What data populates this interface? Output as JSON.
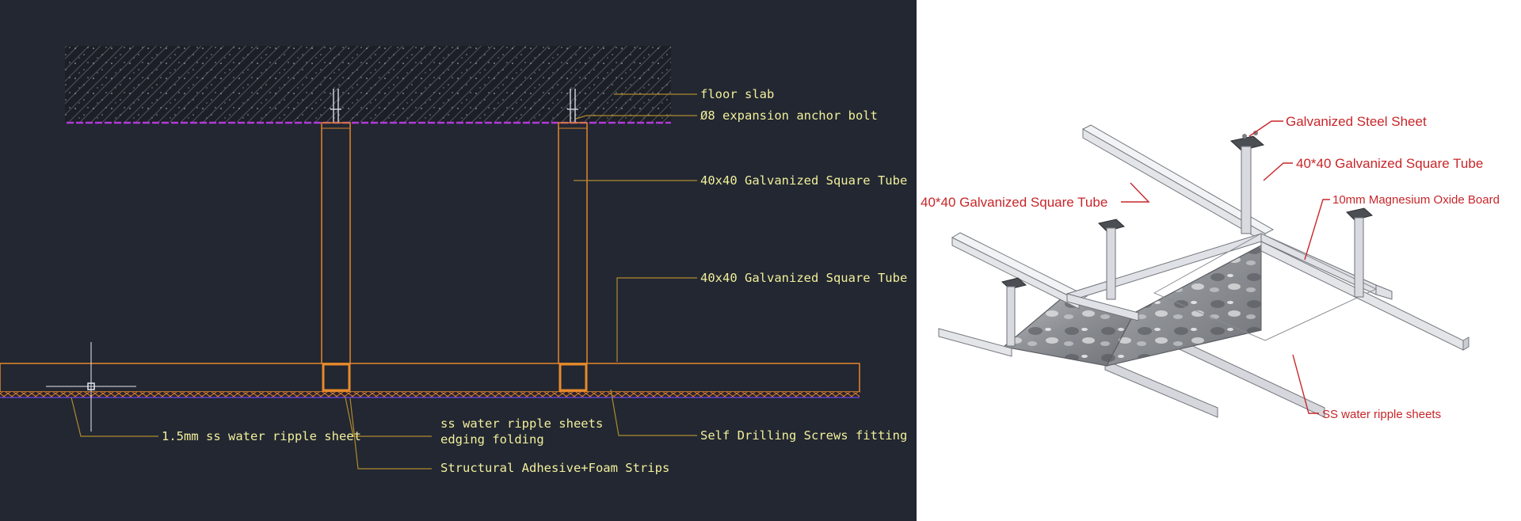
{
  "cad_section": {
    "labels": {
      "floor_slab": "floor slab",
      "anchor_bolt": "Ø8 expansion anchor bolt",
      "square_tube_vertical": "40x40 Galvanized Square Tube",
      "square_tube_horizontal": "40x40 Galvanized Square Tube",
      "ripple_sheet": "1.5mm ss water ripple sheet",
      "edging_line1": "ss water ripple sheets",
      "edging_line2": "edging folding",
      "self_drilling": "Self Drilling Screws fitting",
      "adhesive": "Structural Adhesive+Foam Strips"
    },
    "colors": {
      "background": "#222732",
      "member": "#d9802a",
      "leader": "#b08a2e",
      "text": "#f2ef9a",
      "slab_edge": "#b13bd6"
    }
  },
  "iso_view": {
    "labels": {
      "steel_sheet": "Galvanized Steel Sheet",
      "tube_right": "40*40 Galvanized Square Tube",
      "tube_left": "40*40 Galvanized Square Tube",
      "mgo_board": "10mm Magnesium Oxide Board",
      "ripple_sheets": "SS water ripple sheets"
    },
    "colors": {
      "label": "#c8262a",
      "frame": "#dfe1e6",
      "panel": "#8f9297"
    }
  }
}
